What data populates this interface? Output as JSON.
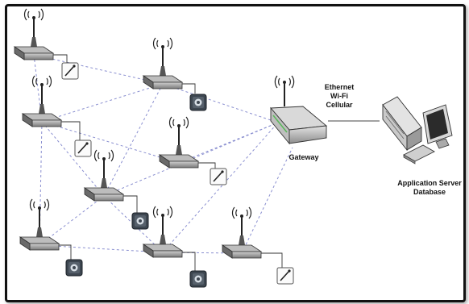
{
  "labels": {
    "links": [
      "Ethernet",
      "Wi-Fi",
      "Cellular"
    ],
    "gateway": "Gateway",
    "server": [
      "Application Server",
      "Database"
    ]
  },
  "icons": {
    "node": "wireless-sensor-node-icon",
    "sensor_probe": "sensor-probe-icon",
    "sensor_gauge": "sensor-gauge-icon",
    "gateway": "gateway-router-icon",
    "server": "server-workstation-icon"
  },
  "colors": {
    "mesh_link": "#8a8fd0",
    "node_body": "#8c8c8c",
    "frame": "#111111"
  }
}
